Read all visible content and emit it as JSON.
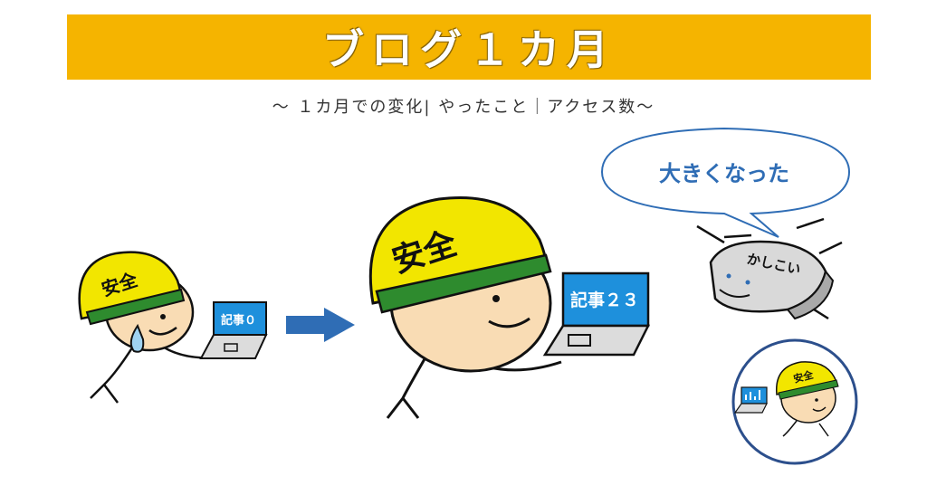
{
  "header": {
    "title": "ブログ１カ月",
    "subtitle": "～ １カ月での変化| やったこと｜アクセス数～"
  },
  "illustration": {
    "helmet_text": "安全",
    "laptop_before_label": "記事０",
    "laptop_after_label": "記事２３",
    "speech_bubble": "大きくなった",
    "robot_label": "かしこい",
    "small_helmet_text": "安全"
  },
  "colors": {
    "banner": "#f5b400",
    "helmet": "#f2e600",
    "helmet_stripe": "#2e8b2e",
    "laptop_screen": "#1e90dc",
    "arrow": "#2f6db5",
    "bubble_text": "#2f6db5",
    "circle_border": "#2c4f8c"
  }
}
